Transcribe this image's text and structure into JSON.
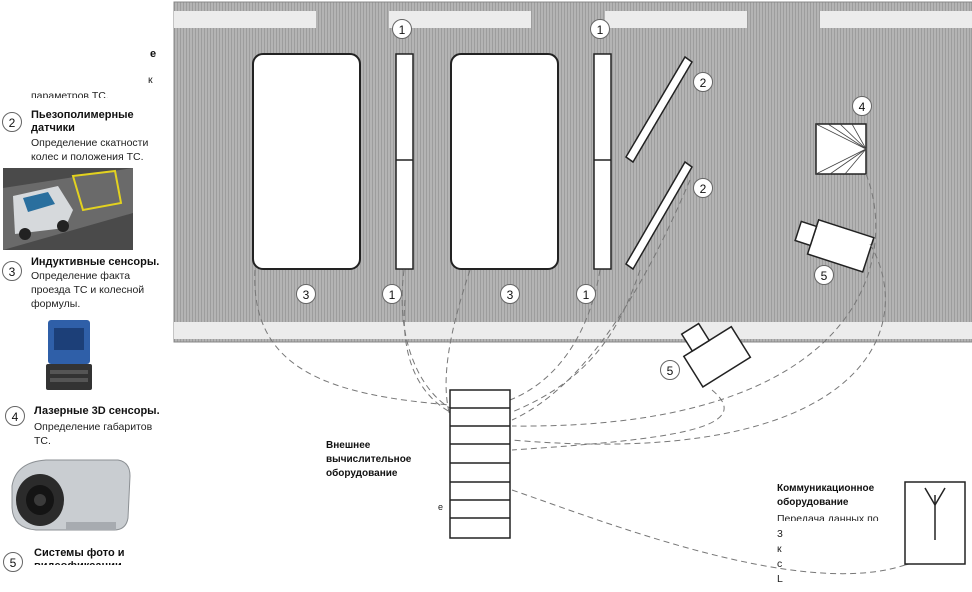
{
  "legend": {
    "item1": {
      "title_fragment": "е",
      "desc_fragment": "к",
      "desc_line2": "параметров ТС."
    },
    "item2": {
      "num": "2",
      "title": "Пьезополимерные датчики",
      "desc": "Определение скатности колес и положения ТС."
    },
    "item3": {
      "num": "3",
      "title": "Индуктивные сенсоры.",
      "desc": "Определение факта проезда ТС и колесной формулы."
    },
    "item4": {
      "num": "4",
      "title": "Лазерные 3D сенсоры.",
      "desc": "Определение габаритов ТС."
    },
    "item5": {
      "num": "5",
      "title": "Системы фото и видеофиксации"
    }
  },
  "markers": {
    "m1": "1",
    "m2": "2",
    "m3": "3",
    "m4": "4",
    "m5": "5"
  },
  "computing": {
    "label": "Внешнее вычислительное оборудование",
    "side_mark": "e"
  },
  "comm": {
    "label": "Коммуникационное оборудование",
    "desc": "Передача данных по",
    "frag1": "3",
    "frag2": "к",
    "frag3": "с",
    "frag4": "L"
  },
  "colors": {
    "road": "#a9a9a9",
    "lane_mark": "#e8e8e8",
    "outline": "#222222",
    "cable": "#777777"
  }
}
